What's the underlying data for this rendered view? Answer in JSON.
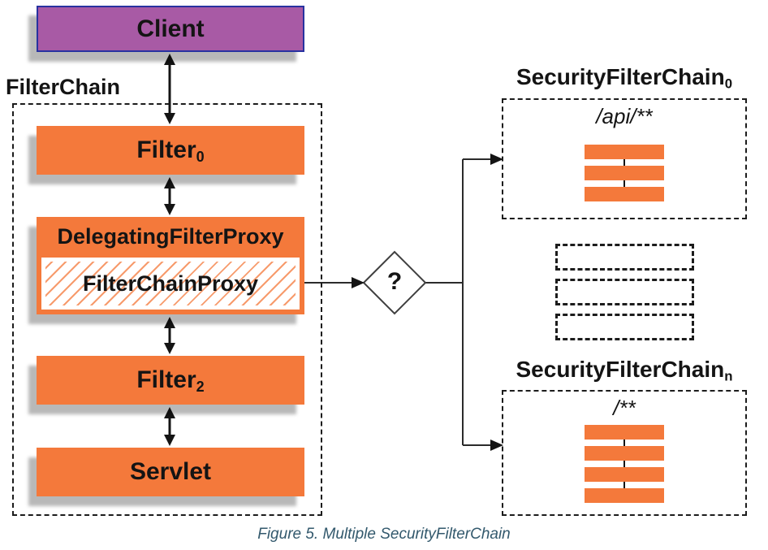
{
  "colors": {
    "orange": "#f4793b",
    "purple": "#a85aa5",
    "purple_border": "#2832a0",
    "caption_color": "#33596d"
  },
  "client": {
    "label": "Client"
  },
  "filter_chain": {
    "label": "FilterChain",
    "filter0": {
      "label": "Filter",
      "sub": "0"
    },
    "delegating_proxy": {
      "label": "DelegatingFilterProxy"
    },
    "filter_chain_proxy": {
      "label": "FilterChainProxy"
    },
    "filter2": {
      "label": "Filter",
      "sub": "2"
    },
    "servlet": {
      "label": "Servlet"
    }
  },
  "decision": {
    "label": "?"
  },
  "security_chains": {
    "chain0": {
      "title": "SecurityFilterChain",
      "sub": "0",
      "url_pattern": "/api/**",
      "filter_count": 3
    },
    "chain_n": {
      "title": "SecurityFilterChain",
      "sub": "n",
      "url_pattern": "/**",
      "filter_count": 4
    },
    "placeholder_count": 3
  },
  "caption": "Figure 5. Multiple SecurityFilterChain"
}
